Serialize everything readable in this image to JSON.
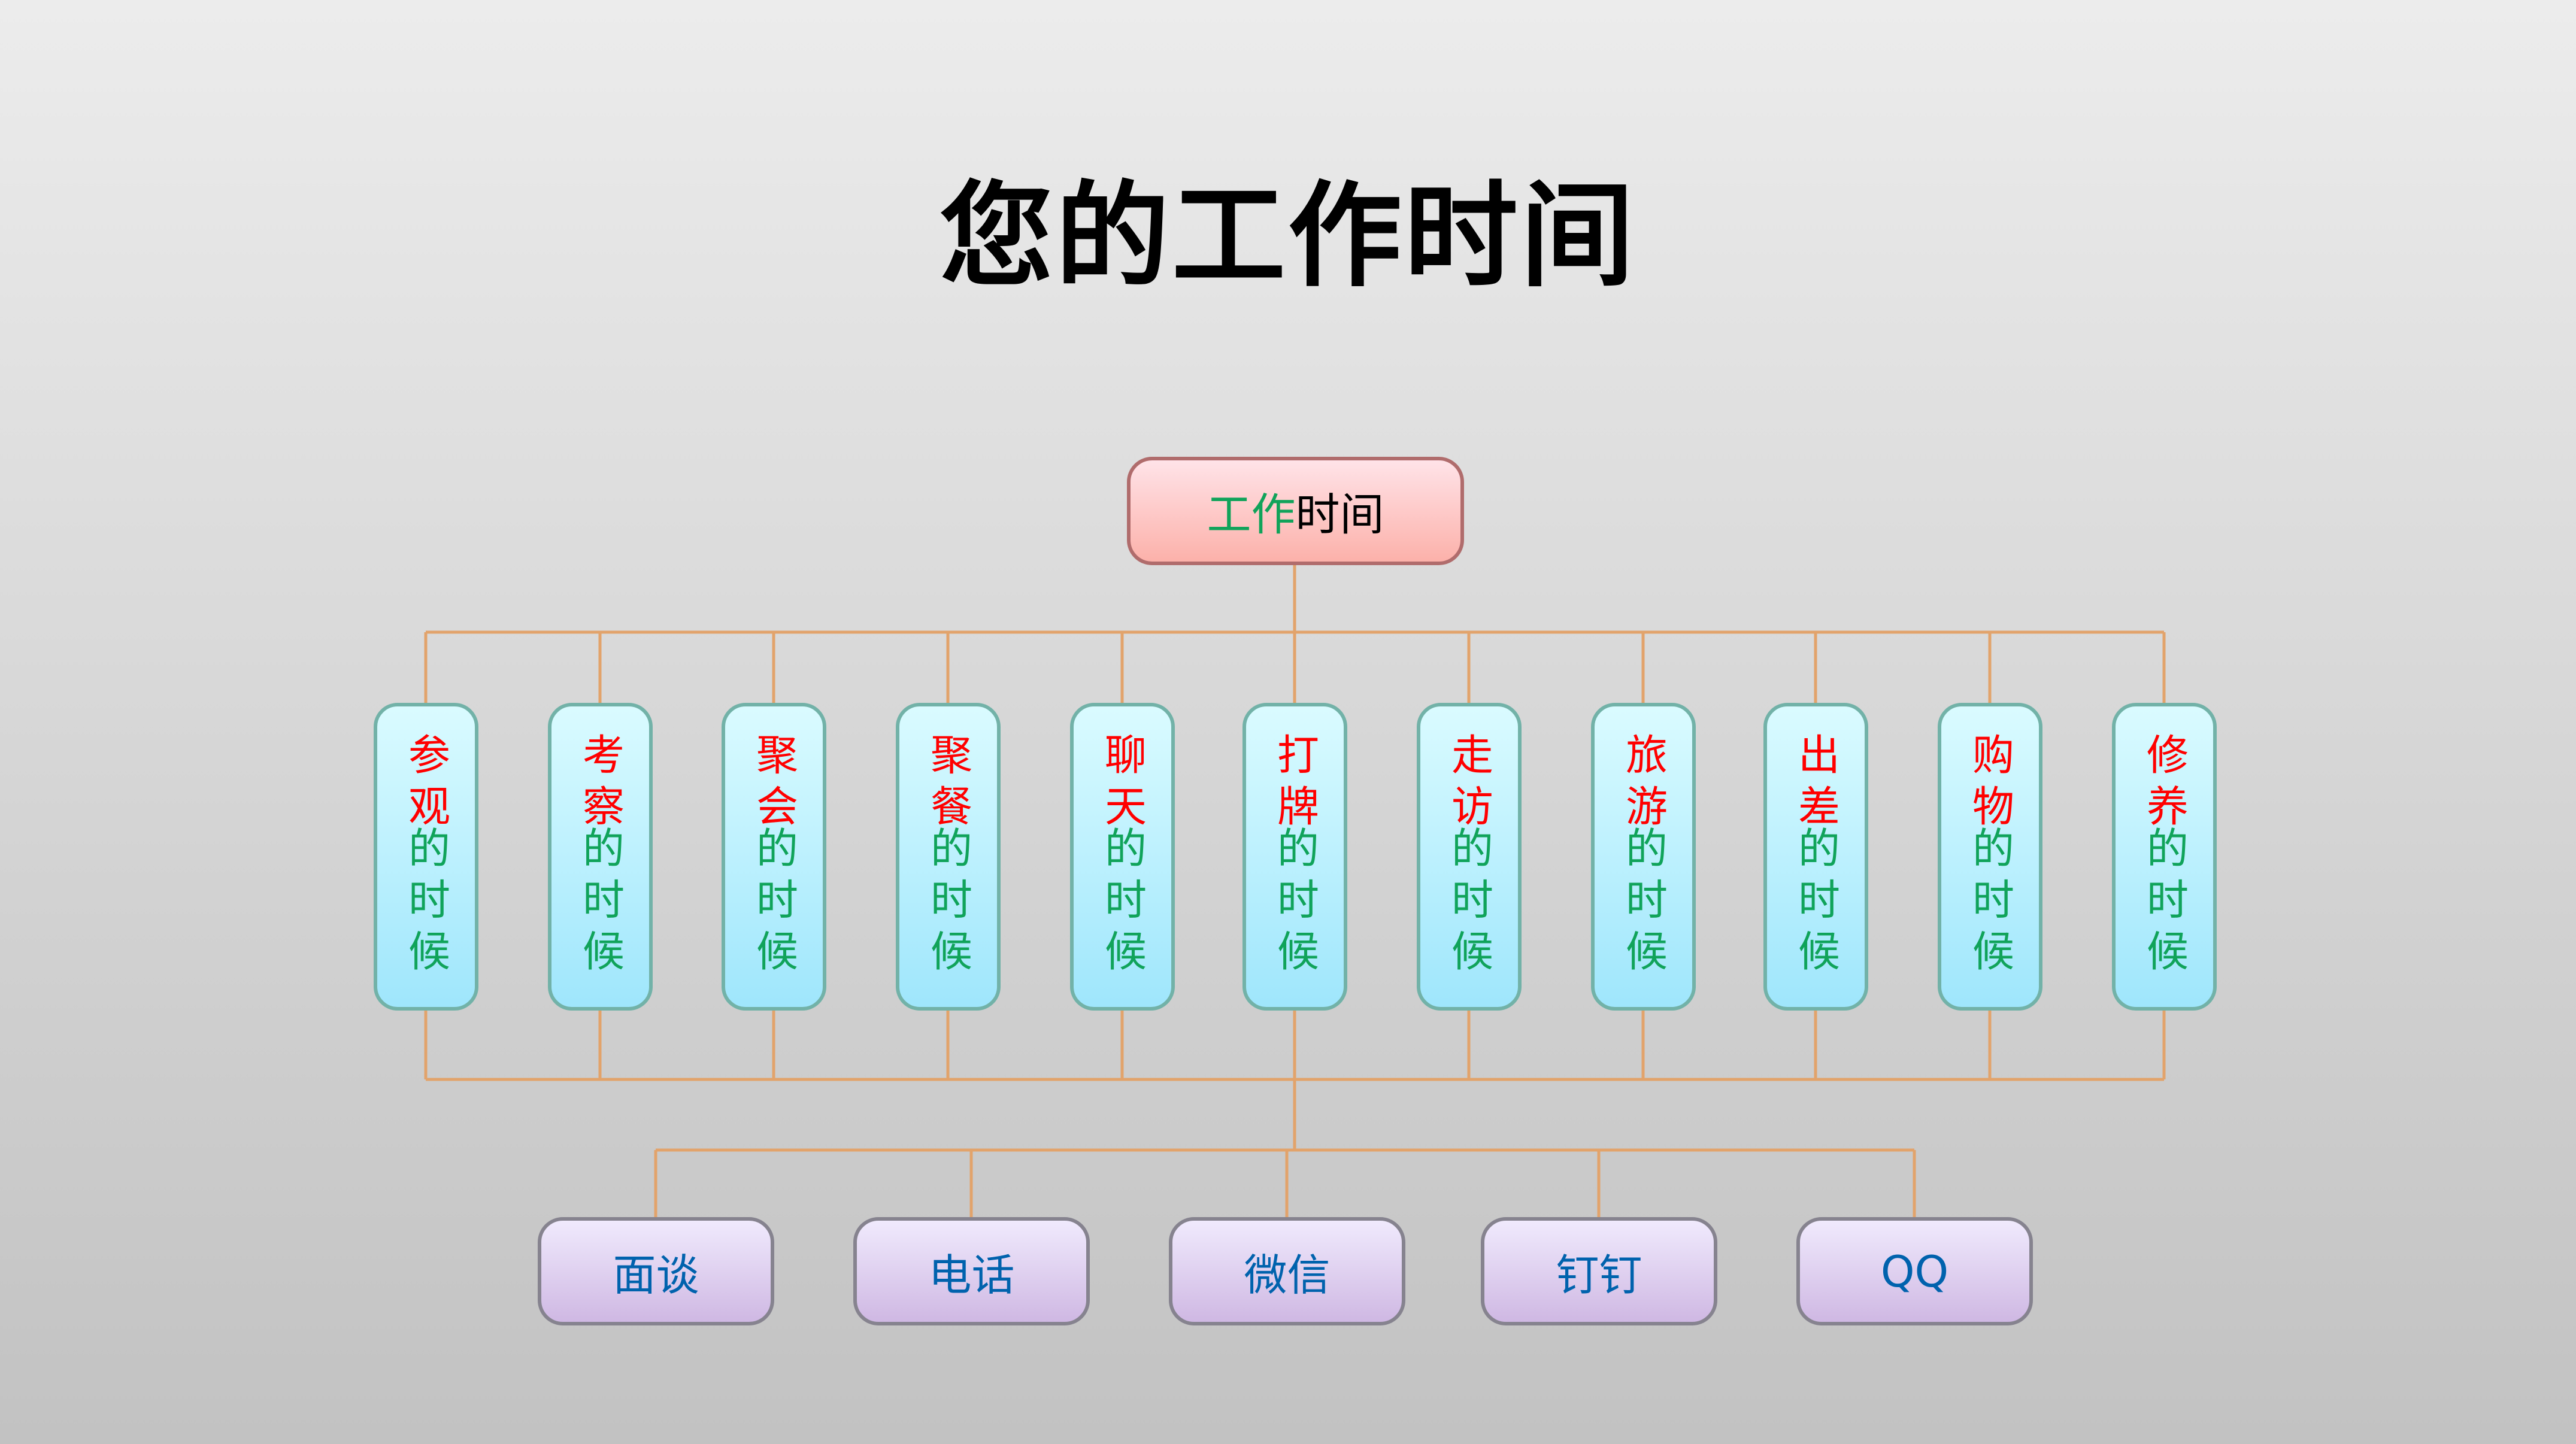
{
  "title": "您的工作时间",
  "root": {
    "part_green": "工作",
    "part_black": "时间"
  },
  "columns": [
    {
      "red": "参观",
      "green": "的时候"
    },
    {
      "red": "考察",
      "green": "的时候"
    },
    {
      "red": "聚会",
      "green": "的时候"
    },
    {
      "red": "聚餐",
      "green": "的时候"
    },
    {
      "red": "聊天",
      "green": "的时候"
    },
    {
      "red": "打牌",
      "green": "的时候"
    },
    {
      "red": "走访",
      "green": "的时候"
    },
    {
      "red": "旅游",
      "green": "的时候"
    },
    {
      "red": "出差",
      "green": "的时候"
    },
    {
      "red": "购物",
      "green": "的时候"
    },
    {
      "red": "修养",
      "green": "的时候"
    }
  ],
  "leaves": [
    "面谈",
    "电话",
    "微信",
    "钉钉",
    "QQ"
  ],
  "colors": {
    "connector": "#e2a36b",
    "red": "#ff0000",
    "green": "#10a35a",
    "blue": "#0062ad"
  }
}
